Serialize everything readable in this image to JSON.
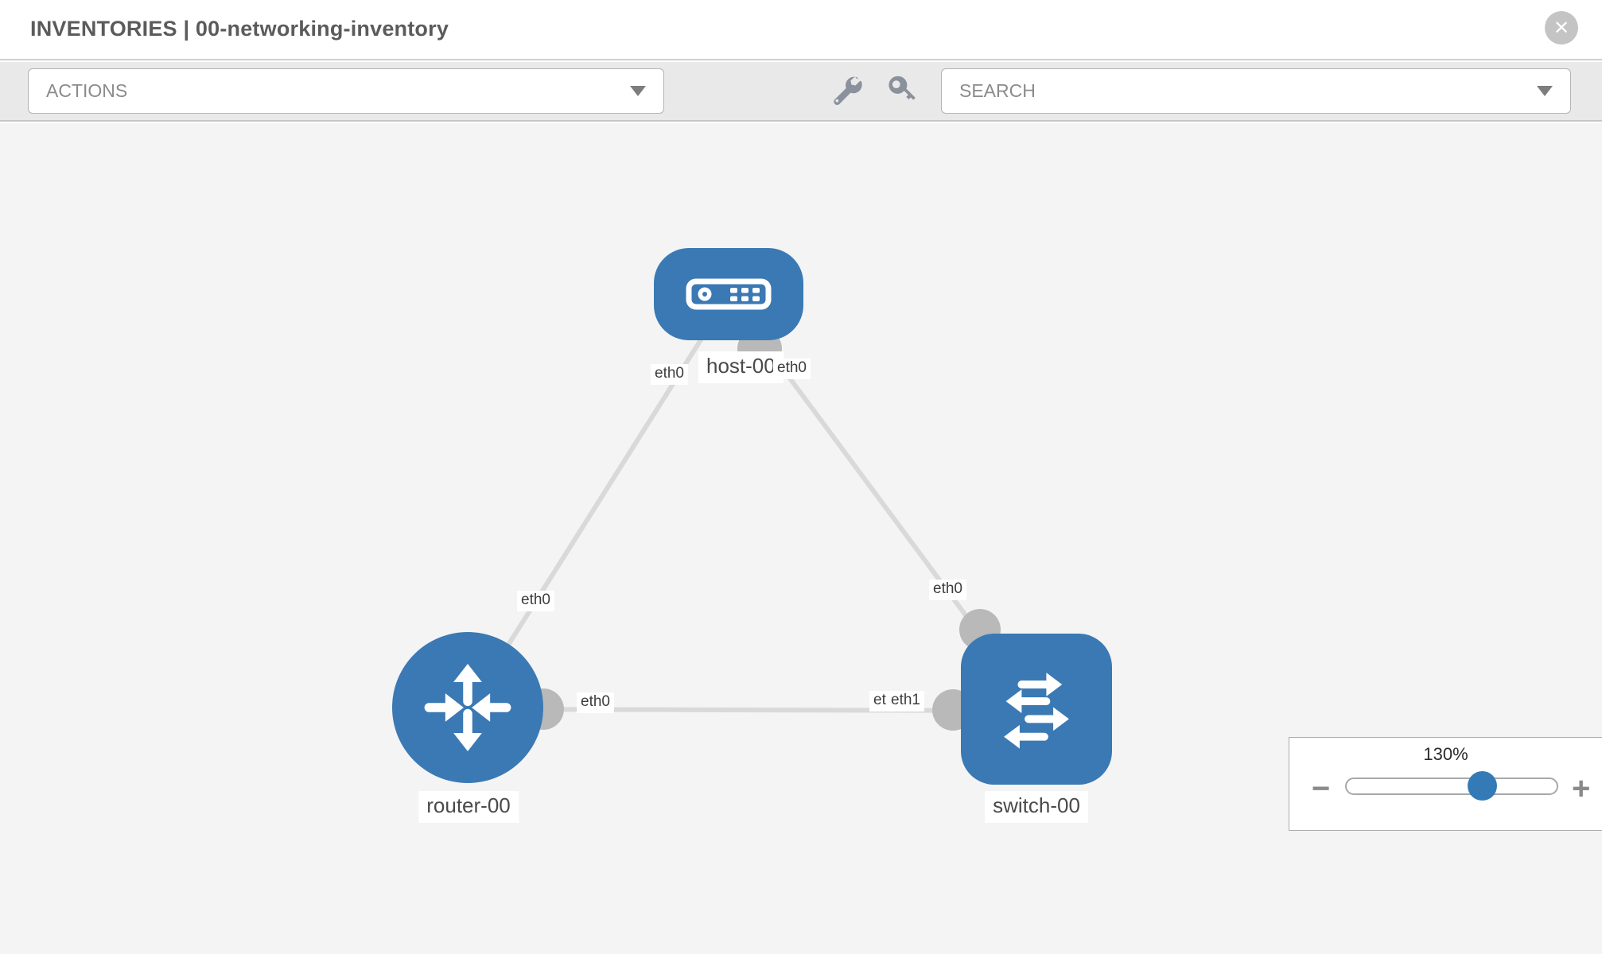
{
  "header": {
    "title": "INVENTORIES | 00-networking-inventory",
    "close_glyph": "✕"
  },
  "toolbar": {
    "actions_label": "ACTIONS",
    "search_placeholder": "SEARCH"
  },
  "topology": {
    "nodes": {
      "host": {
        "label": "host-00",
        "type": "host"
      },
      "router": {
        "label": "router-00",
        "type": "router"
      },
      "switch": {
        "label": "switch-00",
        "type": "switch"
      }
    },
    "links": [
      {
        "from": "router-00",
        "to": "host-00",
        "from_interface": "eth0",
        "to_interface": "eth0"
      },
      {
        "from": "host-00",
        "to": "switch-00",
        "from_interface": "eth0",
        "to_interface": "eth0"
      },
      {
        "from": "router-00",
        "to": "switch-00",
        "from_interface": "eth0",
        "to_interface": "eth1"
      }
    ],
    "interface_labels": {
      "host_left": "eth0",
      "host_right": "eth0",
      "router_to_host": "eth0",
      "switch_to_host": "eth0",
      "router_to_switch": "eth0",
      "switch_to_router_back": "eth0",
      "switch_to_router_front": "eth1"
    }
  },
  "zoom": {
    "level": "130%",
    "minus_glyph": "−",
    "plus_glyph": "+"
  },
  "colors": {
    "node_blue": "#3a79b4",
    "accent_blue": "#337ab7",
    "port_gray": "#b9b9b9",
    "link_gray": "#d9d9d9"
  }
}
